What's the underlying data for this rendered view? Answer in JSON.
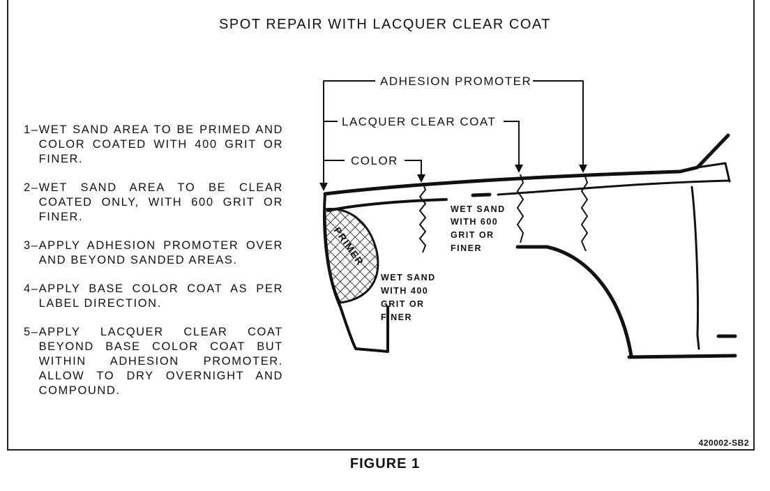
{
  "title": "SPOT REPAIR WITH LACQUER CLEAR COAT",
  "steps": [
    {
      "num": "1–",
      "text": "WET SAND AREA TO BE PRIMED AND COLOR COATED WITH 400 GRIT OR FINER."
    },
    {
      "num": "2–",
      "text": "WET SAND AREA TO BE CLEAR COATED ONLY, WITH 600 GRIT OR FINER."
    },
    {
      "num": "3–",
      "text": "APPLY ADHESION PROMOTER OVER AND BEYOND SANDED AREAS."
    },
    {
      "num": "4–",
      "text": "APPLY BASE COLOR COAT AS PER LABEL DIRECTION."
    },
    {
      "num": "5–",
      "text": "APPLY LACQUER CLEAR COAT BEYOND BASE COLOR COAT BUT WITHIN ADHESION PROMOTER. ALLOW TO DRY OVERNIGHT AND COMPOUND."
    }
  ],
  "labels": {
    "adhesion_promoter": "ADHESION PROMOTER",
    "lacquer_clear_coat": "LACQUER CLEAR COAT",
    "color": "COLOR",
    "primer": "PRIMER",
    "wet_sand_600": [
      "WET SAND",
      "WITH 600",
      "GRIT OR",
      "FINER"
    ],
    "wet_sand_400": [
      "WET SAND",
      "WITH 400",
      "GRIT OR",
      "FINER"
    ]
  },
  "figure_code": "420002-SB2",
  "caption": "FIGURE 1"
}
